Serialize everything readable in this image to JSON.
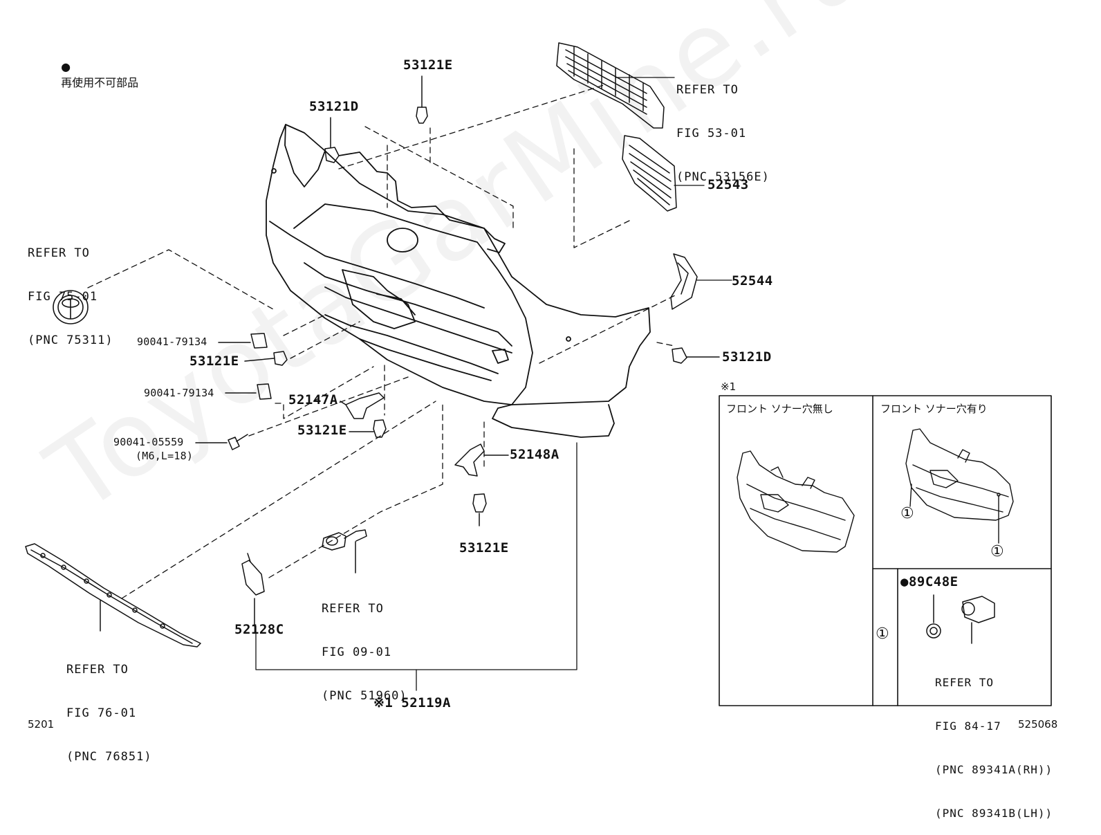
{
  "legend": {
    "bullet": "●",
    "text": "再使用不可部品"
  },
  "watermark": "ToyotaGarMine.ru",
  "parts": {
    "p53121E_top": "53121E",
    "p53121D_top": "53121D",
    "ref_grille": [
      "REFER TO",
      "FIG 53-01",
      "(PNC 53156E)"
    ],
    "p52543": "52543",
    "ref_emblem": [
      "REFER TO",
      "FIG 75-01",
      "(PNC 75311)"
    ],
    "p52544": "52544",
    "p90041_79134_a": "90041-79134",
    "p53121E_left": "53121E",
    "p53121D_right": "53121D",
    "p90041_79134_b": "90041-79134",
    "p52147A": "52147A",
    "p53121E_mid": "53121E",
    "p90041_05559": "90041-05559",
    "p90041_05559_note": "(M6,L=18)",
    "p52148A": "52148A",
    "p53121E_bottom": "53121E",
    "ref_tow": [
      "REFER TO",
      "FIG 09-01",
      "(PNC 51960)"
    ],
    "p52128C": "52128C",
    "ref_lower": [
      "REFER TO",
      "FIG 76-01",
      "(PNC 76851)"
    ],
    "p52119A": "※1 52119A"
  },
  "inset": {
    "marker": "※1",
    "col_left": "フロント ソナー穴無し",
    "col_right": "フロント ソナー穴有り",
    "circle_one": "①",
    "sensor_part": "●89C48E",
    "ref_sensor": [
      "REFER TO",
      "FIG 84-17",
      "(PNC 89341A(RH))",
      "(PNC 89341B(LH))"
    ]
  },
  "footer": {
    "page_left": "5201",
    "page_right": "525068"
  }
}
